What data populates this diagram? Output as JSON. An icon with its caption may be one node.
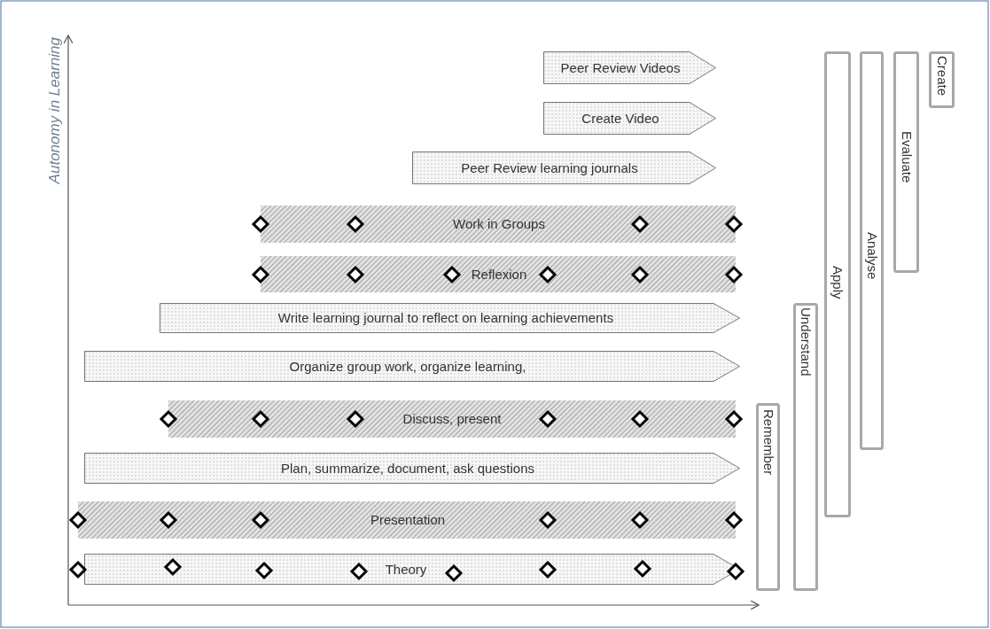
{
  "diagram": {
    "nodes": [
      {
        "text": [
          "Peer Review Videos"
        ]
      },
      {
        "text": [
          "Create Video"
        ]
      },
      {
        "text": [
          "Peer Review learning journals"
        ]
      },
      {
        "text": [
          "Work in Groups"
        ]
      },
      {
        "text": [
          "Reflexion"
        ]
      },
      {
        "text": [
          "Write learning journal to reflect on learning achievements"
        ]
      },
      {
        "text": [
          "Organize group work, organize learning,"
        ]
      },
      {
        "text": [
          "Discuss, present"
        ]
      },
      {
        "text": [
          "Plan, summarize, document, ask questions"
        ]
      },
      {
        "text": [
          "Presentation"
        ]
      },
      {
        "text": [
          "Theory"
        ]
      },
      {
        "text": [
          "Remember"
        ]
      },
      {
        "text": [
          "Understand"
        ]
      },
      {
        "text": [
          "Apply"
        ]
      },
      {
        "text": [
          "Analyse"
        ]
      },
      {
        "text": [
          "Evaluate"
        ]
      },
      {
        "text": [
          "Create"
        ]
      }
    ],
    "edges": [],
    "labels": [
      "Autonomy in Learning"
    ]
  }
}
